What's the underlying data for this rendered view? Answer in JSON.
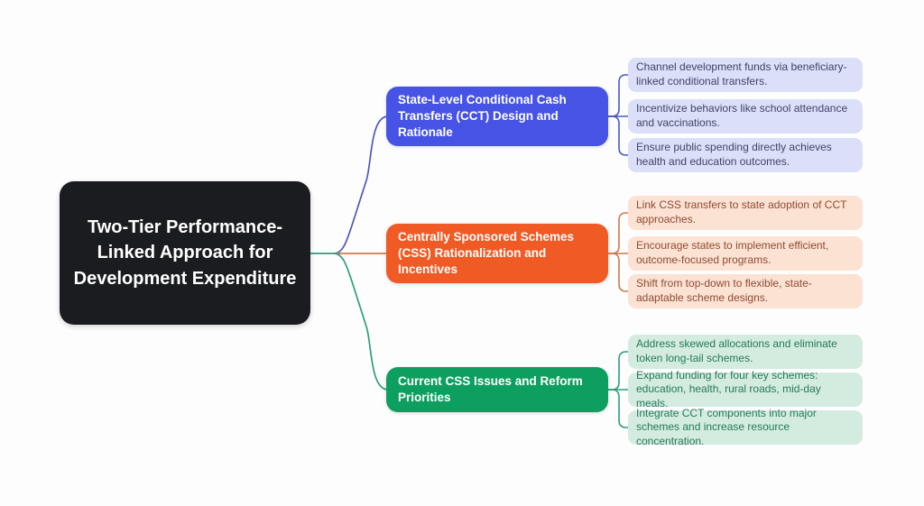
{
  "diagram": {
    "root": {
      "label": "Two-Tier Performance-Linked Approach for Development Expenditure"
    },
    "branches": [
      {
        "id": "cct-design",
        "label": "State-Level Conditional Cash Transfers (CCT) Design and Rationale",
        "color": "#4653e4",
        "leaf_bg": "#dcdff8",
        "leaf_text_color": "#3f4468",
        "connector_color": "#4c59c0",
        "leaves": [
          "Channel development funds via beneficiary-linked conditional transfers.",
          "Incentivize behaviors like school attendance and vaccinations.",
          "Ensure public spending directly achieves health and education outcomes."
        ]
      },
      {
        "id": "css-rationalization",
        "label": "Centrally Sponsored Schemes (CSS) Rationalization and Incentives",
        "color": "#f05a25",
        "leaf_bg": "#fbe2d3",
        "leaf_text_color": "#8f4b33",
        "connector_color": "#cf7a4e",
        "leaves": [
          "Link CSS transfers to state adoption of CCT approaches.",
          "Encourage states to implement efficient, outcome-focused programs.",
          "Shift from top-down to flexible, state-adaptable scheme designs."
        ]
      },
      {
        "id": "css-issues",
        "label": "Current CSS Issues and Reform Priorities",
        "color": "#0d9f5f",
        "leaf_bg": "#d4ecdf",
        "leaf_text_color": "#23795a",
        "connector_color": "#2e9e7c",
        "leaves": [
          "Address skewed allocations and eliminate token long-tail schemes.",
          "Expand funding for four key schemes: education, health, rural roads, mid-day meals.",
          "Integrate CCT components into major schemes and increase resource concentration."
        ]
      }
    ],
    "colors": {
      "root_bg": "#1b1c20",
      "root_text": "#ffffff",
      "page_bg": "#fdfdfd"
    }
  }
}
